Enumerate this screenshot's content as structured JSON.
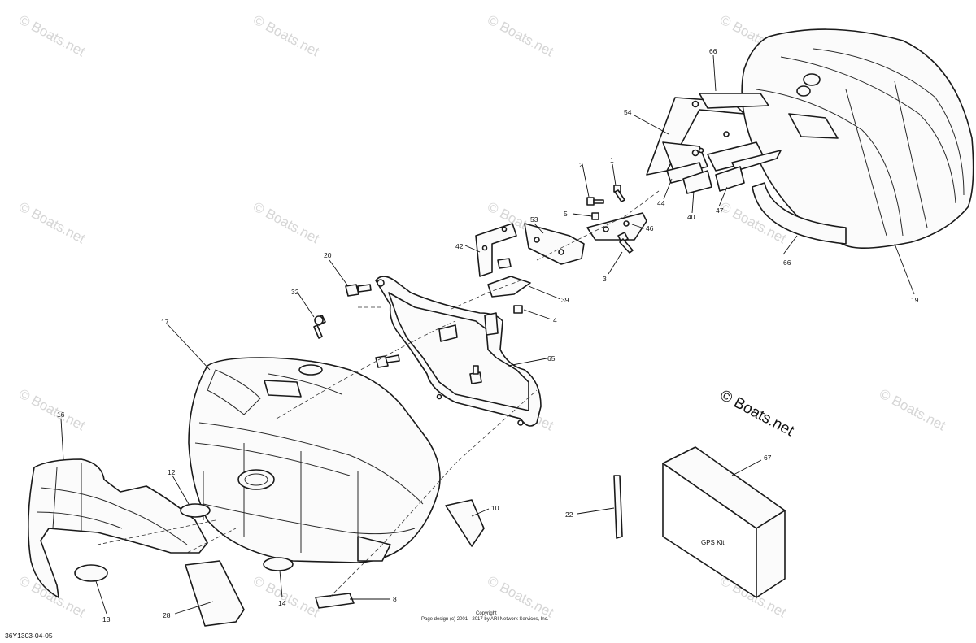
{
  "watermark": "© Boats.net",
  "big_watermark": "© Boats.net",
  "callouts": {
    "c66a": "66",
    "c54": "54",
    "c1": "1",
    "c2": "2",
    "c53": "53",
    "c5": "5",
    "c46": "46",
    "c44": "44",
    "c40": "40",
    "c47": "47",
    "c66b": "66",
    "c19": "19",
    "c42": "42",
    "c3": "3",
    "c20": "20",
    "c32": "32",
    "c39": "39",
    "c4": "4",
    "c17": "17",
    "c65": "65",
    "c16": "16",
    "c12": "12",
    "c10": "10",
    "c13": "13",
    "c28": "28",
    "c14": "14",
    "c8": "8",
    "c22": "22",
    "c67": "67"
  },
  "gps_kit_label": "GPS Kit",
  "copyright_line1": "Copyright",
  "copyright_line2": "Page design (c) 2001 - 2017 by ARI Network Services, Inc.",
  "diagram_code": "36Y1303-04-05"
}
